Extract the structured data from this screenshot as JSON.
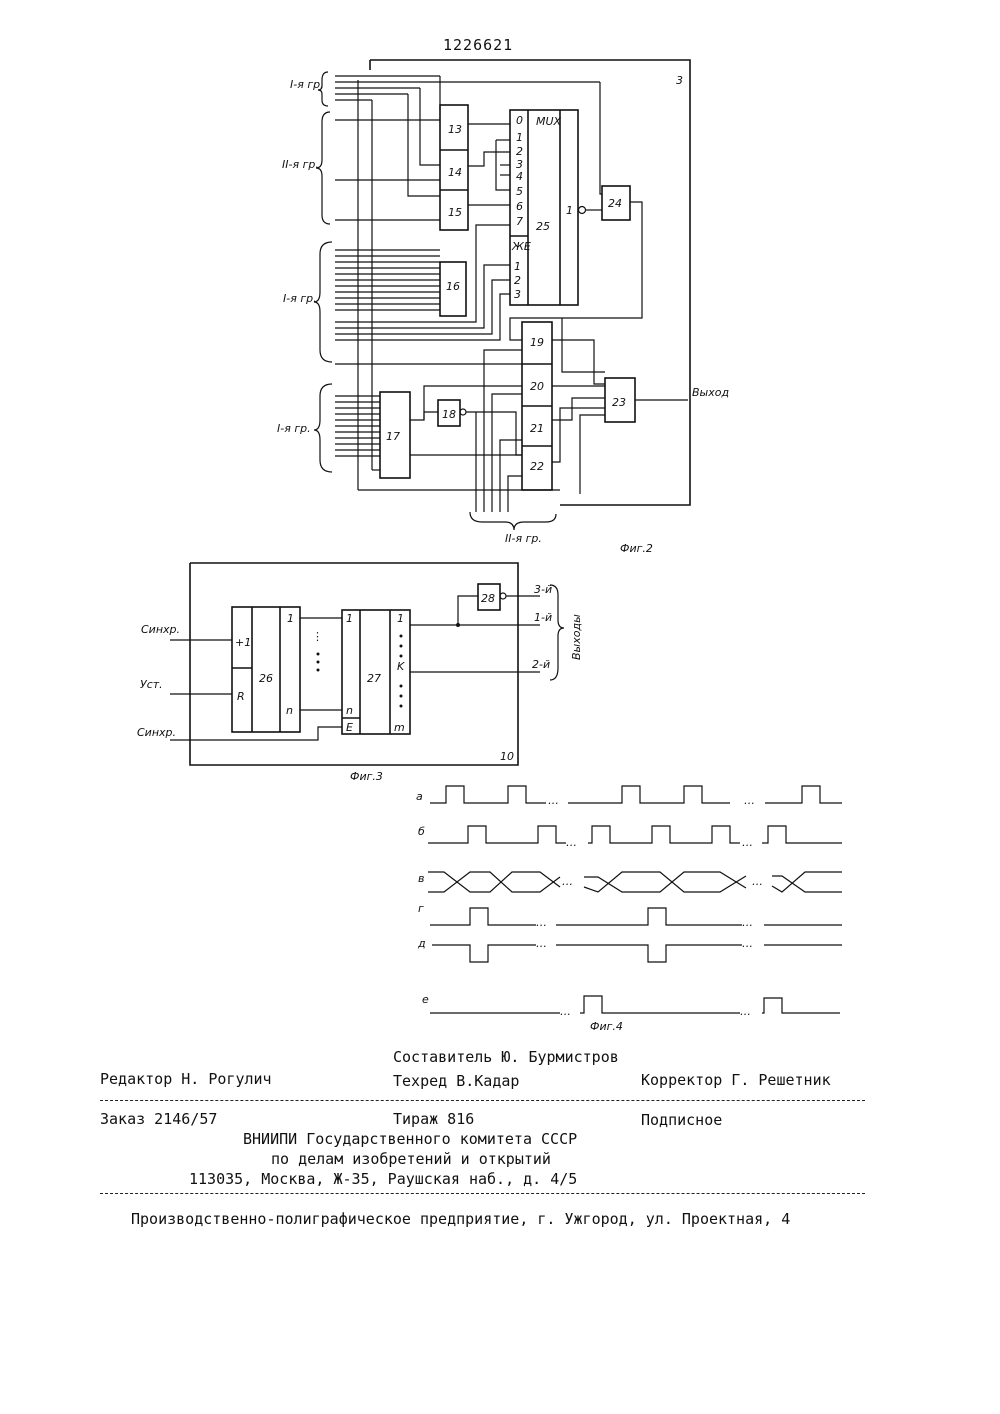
{
  "patent_number": "1226621",
  "fig2": {
    "caption": "Фиг.2",
    "block_number": "3",
    "groups": {
      "g1a": "I-я гр.",
      "g2": "II-я гр.",
      "g1b": "I-я гр.",
      "g1c": "I-я гр.",
      "g2_bottom": "II-я гр."
    },
    "mux_label": "MUX",
    "ce_label": "ЖЕ",
    "mux_inputs": [
      "0",
      "1",
      "2",
      "3",
      "4",
      "5",
      "6",
      "7"
    ],
    "mux_sel": [
      "1",
      "2",
      "3"
    ],
    "mux_out": "1",
    "blocks": [
      "13",
      "14",
      "15",
      "16",
      "17",
      "18",
      "19",
      "20",
      "21",
      "22",
      "23",
      "24",
      "25"
    ],
    "output": "Выход"
  },
  "fig3": {
    "caption": "Фиг.3",
    "block_number": "10",
    "in_sync1": "Синхр.",
    "in_set": "Уст.",
    "in_sync2": "Синхр.",
    "counter": "26",
    "counter_plus": "+1",
    "counter_r": "R",
    "counter_q1": "1",
    "counter_qn": "n",
    "mem": "27",
    "mem_in1": "1",
    "mem_inn": "n",
    "mem_e": "E",
    "mem_out1": "1",
    "mem_outk": "K",
    "mem_outm": "m",
    "inv": "28",
    "outs": [
      "3-й",
      "1-й",
      "2-й"
    ],
    "outs_label": "Выходы"
  },
  "fig4": {
    "caption": "Фиг.4",
    "rows": [
      "а",
      "б",
      "в",
      "г",
      "д",
      "е"
    ]
  },
  "footer": {
    "composer": "Составитель Ю. Бурмистров",
    "editor": "Редактор Н. Рогулич",
    "techred": "Техред В.Кадар",
    "corrector": "Корректор Г. Решетник",
    "order": "Заказ 2146/57",
    "circulation": "Тираж 816",
    "subscr": "Подписное",
    "org1": "ВНИИПИ Государственного комитета СССР",
    "org2": "по делам изобретений и открытий",
    "address": "113035, Москва, Ж-35, Раушская наб., д. 4/5",
    "printer": "Производственно-полиграфическое предприятие, г. Ужгород, ул. Проектная, 4"
  }
}
